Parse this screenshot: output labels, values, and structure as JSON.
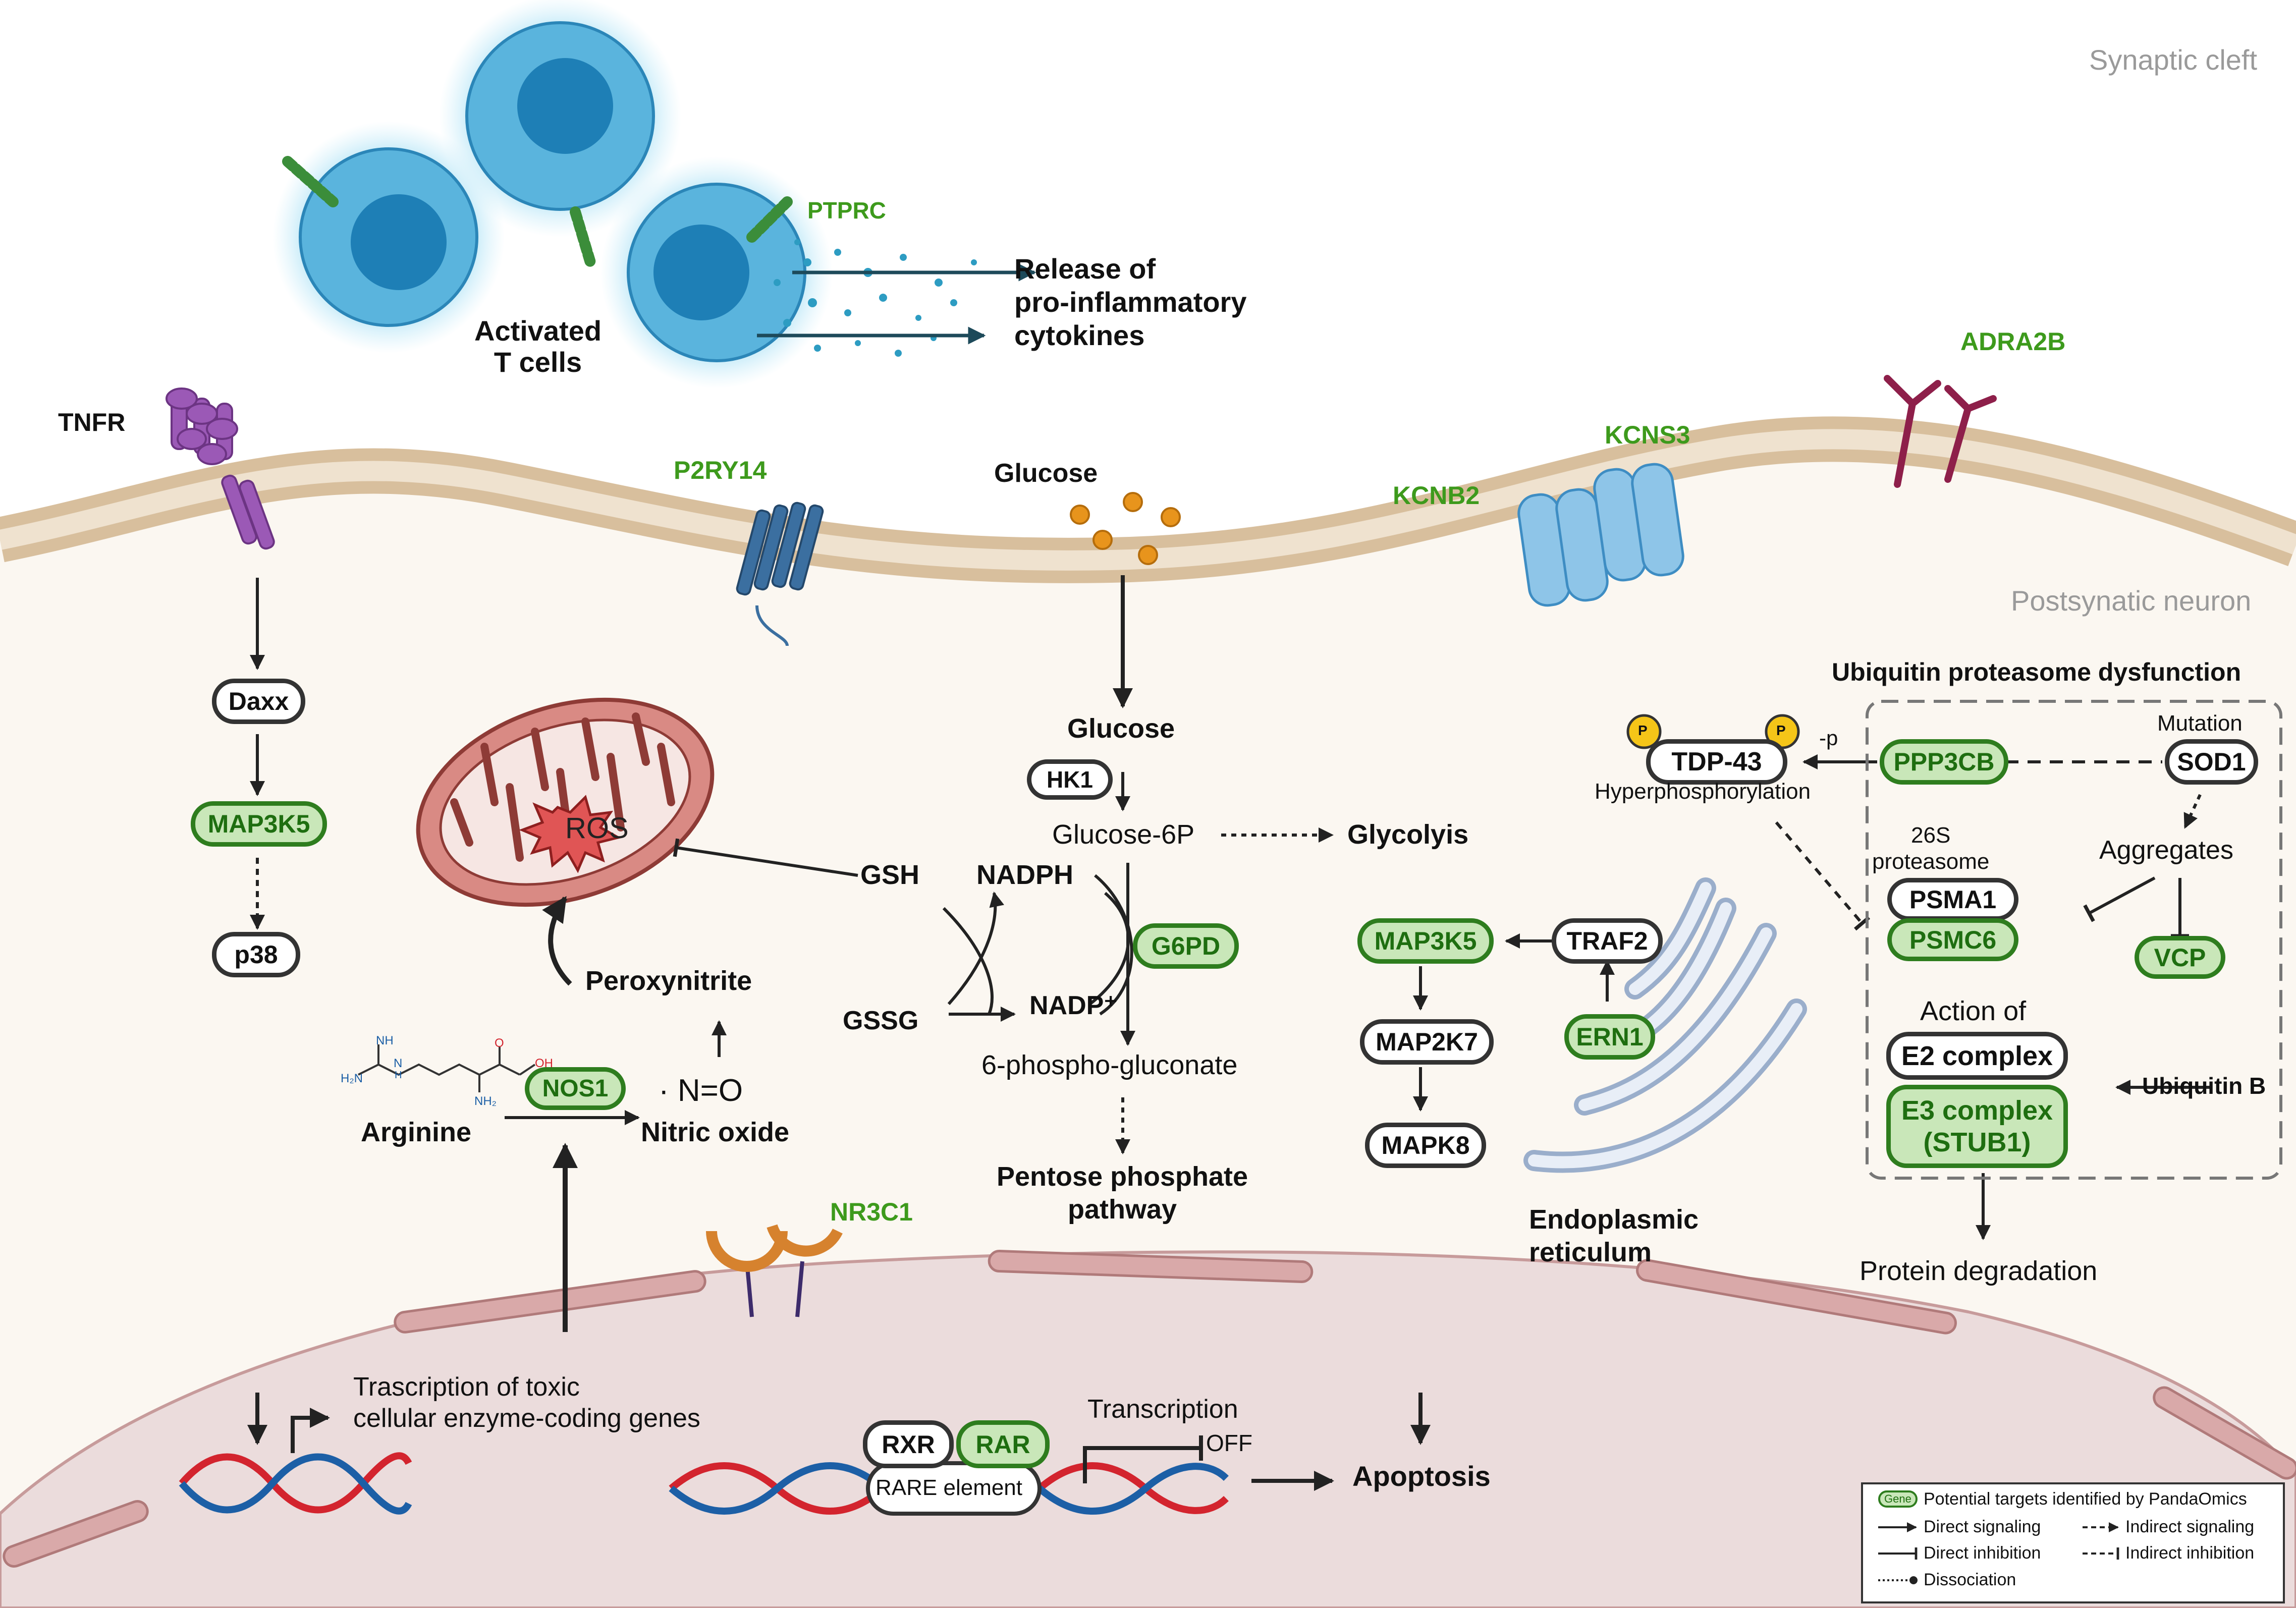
{
  "regions": {
    "synaptic_cleft": "Synaptic cleft",
    "postsynaptic_neuron": "Postsynatic neuron"
  },
  "tcells": {
    "label": "Activated\nT cells",
    "ptprc": "PTPRC",
    "cytokines": "Release of\npro-inflammatory\ncytokines"
  },
  "membrane": {
    "tnfr": "TNFR",
    "p2ry14": "P2RY14",
    "glucose_out": "Glucose",
    "kcnb2": "KCNB2",
    "kcns3": "KCNS3",
    "adra2b": "ADRA2B",
    "nr3c1": "NR3C1"
  },
  "tnfr_path": {
    "daxx": "Daxx",
    "map3k5": "MAP3K5",
    "p38": "p38"
  },
  "ros_path": {
    "ros": "ROS",
    "gsh": "GSH",
    "gssg": "GSSG",
    "nadph": "NADPH",
    "nadp": "NADP⁺",
    "peroxynitrite": "Peroxynitrite",
    "arginine": "Arginine",
    "nos1": "NOS1",
    "no_formula": "· N=O",
    "nitric_oxide": "Nitric oxide",
    "molecule_labels": [
      "NH",
      "H₂N",
      "N",
      "H",
      "O",
      "OH",
      "NH₂"
    ]
  },
  "glucose_path": {
    "glucose": "Glucose",
    "hk1": "HK1",
    "g6p": "Glucose-6P",
    "glycolysis": "Glycolyis",
    "g6pd": "G6PD",
    "phospho": "6-phospho-gluconate",
    "ppp": "Pentose phosphate\npathway"
  },
  "er_path": {
    "map3k5": "MAP3K5",
    "traf2": "TRAF2",
    "ern1": "ERN1",
    "map2k7": "MAP2K7",
    "mapk8": "MAPK8",
    "er": "Endoplasmic\nreticulum"
  },
  "ups": {
    "title": "Ubiquitin proteasome dysfunction",
    "tdp43": "TDP-43",
    "p": "P",
    "minus_p": "-p",
    "hyper": "Hyperphosphorylation",
    "ppp3cb": "PPP3CB",
    "mutation": "Mutation",
    "sod1": "SOD1",
    "aggregates": "Aggregates",
    "proteasome": "26S\nproteasome",
    "psma1": "PSMA1",
    "psmc6": "PSMC6",
    "vcp": "VCP",
    "action_of": "Action of",
    "e2": "E2 complex",
    "e3": "E3 complex\n(STUB1)",
    "ubiquitin_b": "Ubiquitin B",
    "degradation": "Protein degradation"
  },
  "nucleus": {
    "transcription_toxic": "Trascription of toxic\ncellular enzyme-coding genes",
    "rxr": "RXR",
    "rar": "RAR",
    "rare": "RARE element",
    "transcription": "Transcription",
    "off": "OFF",
    "apoptosis": "Apoptosis"
  },
  "legend": {
    "gene_chip": "Gene",
    "targets": "Potential targets identified by PandaOmics",
    "direct_signaling": "Direct signaling",
    "indirect_signaling": "Indirect signaling",
    "direct_inhibition": "Direct inhibition",
    "indirect_inhibition": "Indirect inhibition",
    "dissociation": "Dissociation"
  },
  "colors": {
    "gene_fill": "#c9e7b9",
    "gene_stroke": "#2e7d1e",
    "gene_text": "#3d9a1c",
    "membrane": "#e4cfb3",
    "cytoplasm": "#fbf7f1",
    "nucleus": "#ebdcdc",
    "mito": "#d98a84",
    "tcell": "#5ab4dd",
    "dna_red": "#d3242e",
    "dna_blue": "#1c5fa6"
  }
}
